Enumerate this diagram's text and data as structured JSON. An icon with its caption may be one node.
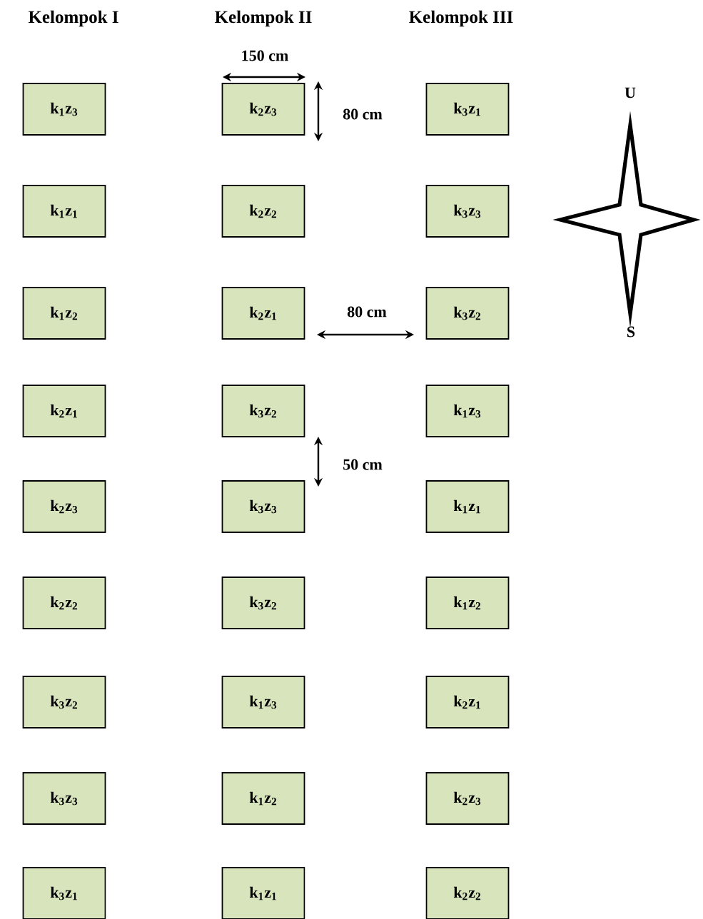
{
  "diagram": {
    "nodes": [
      {
        "text": [
          "k$_{1}$z$_{3}$"
        ]
      },
      {
        "text": [
          "k$_{2}$z$_{3}$"
        ]
      },
      {
        "text": [
          "k$_{3}$z$_{1}$"
        ]
      },
      {
        "text": [
          "k$_{1}$z$_{1}$"
        ]
      },
      {
        "text": [
          "k$_{2}$z$_{2}$"
        ]
      },
      {
        "text": [
          "k$_{3}$z$_{3}$"
        ]
      },
      {
        "text": [
          "k$_{1}$z$_{2}$"
        ]
      },
      {
        "text": [
          "k$_{2}$z$_{1}$"
        ]
      },
      {
        "text": [
          "k$_{3}$z$_{2}$"
        ]
      },
      {
        "text": [
          "k$_{2}$z$_{1}$"
        ]
      },
      {
        "text": [
          "k$_{3}$z$_{2}$"
        ]
      },
      {
        "text": [
          "k$_{1}$z$_{3}$"
        ]
      },
      {
        "text": [
          "k$_{2}$z$_{3}$"
        ]
      },
      {
        "text": [
          "k$_{3}$z$_{3}$"
        ]
      },
      {
        "text": [
          "k$_{1}$z$_{1}$"
        ]
      },
      {
        "text": [
          "k$_{2}$z$_{2}$"
        ]
      },
      {
        "text": [
          "k$_{3}$z$_{2}$"
        ]
      },
      {
        "text": [
          "k$_{1}$z$_{2}$"
        ]
      },
      {
        "text": [
          "k$_{3}$z$_{2}$"
        ]
      },
      {
        "text": [
          "k$_{1}$z$_{3}$"
        ]
      },
      {
        "text": [
          "k$_{2}$z$_{1}$"
        ]
      },
      {
        "text": [
          "k$_{3}$z$_{3}$"
        ]
      },
      {
        "text": [
          "k$_{1}$z$_{2}$"
        ]
      },
      {
        "text": [
          "k$_{2}$z$_{3}$"
        ]
      },
      {
        "text": [
          "k$_{3}$z$_{1}$"
        ]
      },
      {
        "text": [
          "k$_{1}$z$_{1}$"
        ]
      },
      {
        "text": [
          "k$_{2}$z$_{2}$"
        ]
      }
    ],
    "labels": [
      "Kelompok I",
      "Kelompok II",
      "Kelompok III",
      "150 cm",
      "U",
      "80 cm",
      "80 cm",
      "S",
      "50 cm"
    ]
  }
}
